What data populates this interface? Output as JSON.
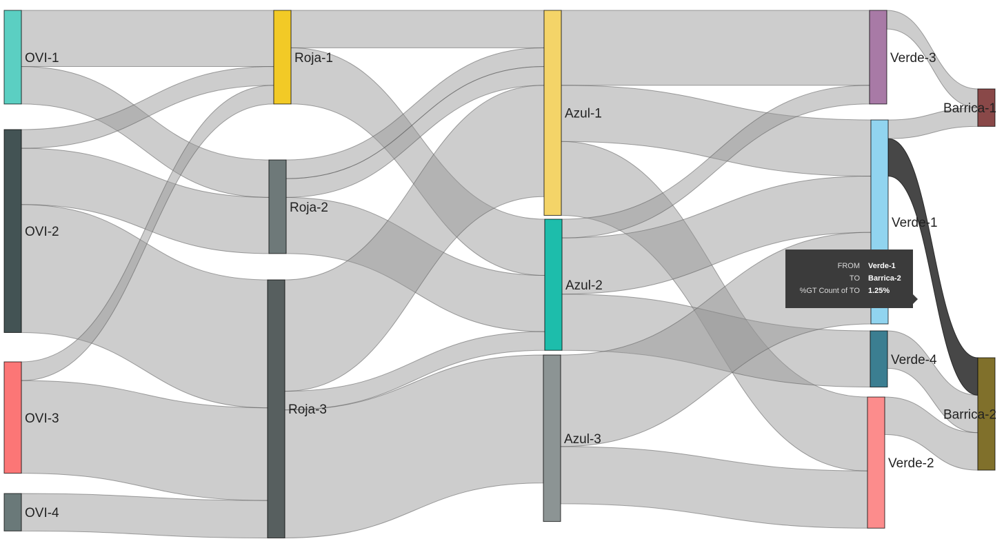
{
  "chart_data": {
    "type": "sankey",
    "nodes": [
      {
        "id": "OVI-1",
        "color": "#5bcfc2",
        "value": 90
      },
      {
        "id": "OVI-2",
        "color": "#435354",
        "value": 195
      },
      {
        "id": "OVI-3",
        "color": "#fc7676",
        "value": 107
      },
      {
        "id": "OVI-4",
        "color": "#6a7979",
        "value": 36
      },
      {
        "id": "Roja-1",
        "color": "#f2ca26",
        "value": 90
      },
      {
        "id": "Roja-2",
        "color": "#6e7979",
        "value": 90
      },
      {
        "id": "Roja-3",
        "color": "#575f5f",
        "value": 248
      },
      {
        "id": "Azul-1",
        "color": "#f4d468",
        "value": 197
      },
      {
        "id": "Azul-2",
        "color": "#1dbdab",
        "value": 126
      },
      {
        "id": "Azul-3",
        "color": "#8c9494",
        "value": 160
      },
      {
        "id": "Verde-3",
        "color": "#a87aa6",
        "value": 90
      },
      {
        "id": "Verde-1",
        "color": "#91d4ef",
        "value": 196
      },
      {
        "id": "Verde-4",
        "color": "#3b7e91",
        "value": 54
      },
      {
        "id": "Verde-2",
        "color": "#fc8c8c",
        "value": 126
      },
      {
        "id": "Barrica-1",
        "color": "#894848",
        "value": 36
      },
      {
        "id": "Barrica-2",
        "color": "#80702b",
        "value": 108
      }
    ],
    "links": [
      {
        "source": "OVI-1",
        "target": "Roja-1",
        "value": 54
      },
      {
        "source": "OVI-1",
        "target": "Roja-2",
        "value": 36
      },
      {
        "source": "OVI-2",
        "target": "Roja-1",
        "value": 18
      },
      {
        "source": "OVI-2",
        "target": "Roja-2",
        "value": 54
      },
      {
        "source": "OVI-2",
        "target": "Roja-3",
        "value": 123
      },
      {
        "source": "OVI-3",
        "target": "Roja-1",
        "value": 18
      },
      {
        "source": "OVI-3",
        "target": "Roja-3",
        "value": 89
      },
      {
        "source": "OVI-4",
        "target": "Roja-3",
        "value": 36
      },
      {
        "source": "Roja-1",
        "target": "Azul-1",
        "value": 36
      },
      {
        "source": "Roja-1",
        "target": "Azul-2",
        "value": 54
      },
      {
        "source": "Roja-2",
        "target": "Azul-1",
        "value": 18
      },
      {
        "source": "Roja-2",
        "target": "Azul-1",
        "value": 18
      },
      {
        "source": "Roja-2",
        "target": "Azul-2",
        "value": 54
      },
      {
        "source": "Roja-3",
        "target": "Azul-1",
        "value": 107
      },
      {
        "source": "Roja-3",
        "target": "Azul-2",
        "value": 18
      },
      {
        "source": "Roja-3",
        "target": "Azul-3",
        "value": 123
      },
      {
        "source": "Azul-1",
        "target": "Verde-3",
        "value": 72
      },
      {
        "source": "Azul-1",
        "target": "Verde-1",
        "value": 54
      },
      {
        "source": "Azul-1",
        "target": "Verde-2",
        "value": 71
      },
      {
        "source": "Azul-2",
        "target": "Verde-3",
        "value": 18
      },
      {
        "source": "Azul-2",
        "target": "Verde-1",
        "value": 54
      },
      {
        "source": "Azul-2",
        "target": "Verde-4",
        "value": 54
      },
      {
        "source": "Azul-3",
        "target": "Verde-1",
        "value": 88
      },
      {
        "source": "Azul-3",
        "target": "Verde-2",
        "value": 55
      },
      {
        "source": "Verde-3",
        "target": "Barrica-1",
        "value": 18
      },
      {
        "source": "Verde-1",
        "target": "Barrica-1",
        "value": 18
      },
      {
        "source": "Verde-1",
        "target": "Barrica-2",
        "value": 36,
        "highlighted": true
      },
      {
        "source": "Verde-4",
        "target": "Barrica-2",
        "value": 36
      },
      {
        "source": "Verde-2",
        "target": "Barrica-2",
        "value": 36
      }
    ]
  },
  "tooltip": {
    "rows": [
      {
        "key": "FROM",
        "value": "Verde-1"
      },
      {
        "key": "TO",
        "value": "Barrica-2"
      },
      {
        "key": "%GT Count of TO",
        "value": "1.25%"
      }
    ]
  }
}
